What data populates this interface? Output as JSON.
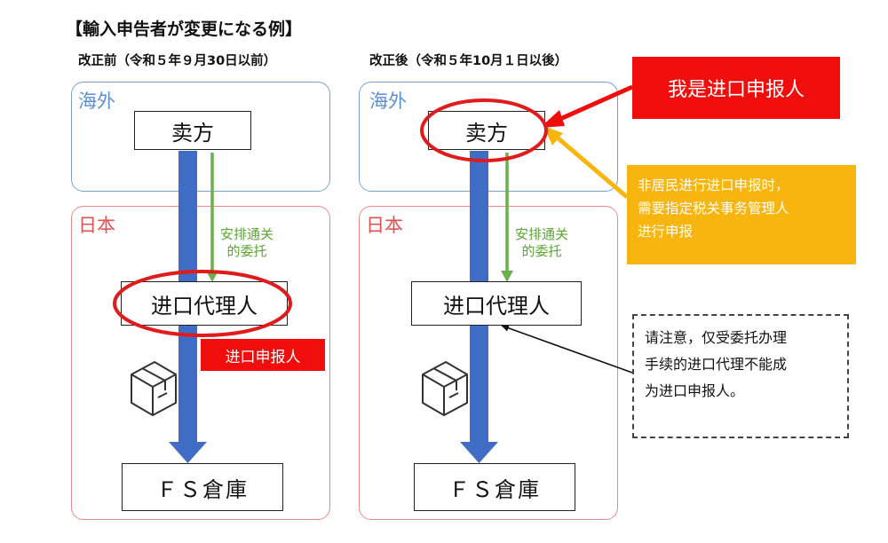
{
  "title": "【輸入申告者が変更になる例】",
  "left": {
    "subtitle": "改正前（令和５年９月30日以前）",
    "overseas_label": "海外",
    "japan_label": "日本",
    "seller": "卖方",
    "agent": "进口代理人",
    "warehouse": "ＦＳ倉庫",
    "green_note": [
      "安排通关",
      "的委托"
    ],
    "declarant_tag": "进口申报人"
  },
  "right": {
    "subtitle": "改正後（令和５年10月１日以後）",
    "overseas_label": "海外",
    "japan_label": "日本",
    "seller": "卖方",
    "agent": "进口代理人",
    "warehouse": "ＦＳ倉庫",
    "green_note": [
      "安排通关",
      "的委托"
    ]
  },
  "callouts": {
    "red": "我是进口申报人",
    "yellow": [
      "非居民进行进口申报时，",
      "需要指定税关事务管理人",
      "进行申报"
    ],
    "note": [
      "请注意，仅受委托办理",
      "手续的进口代理不能成",
      "为进口申报人。"
    ]
  },
  "colors": {
    "blue_arrow": "#3f6cc4",
    "green_arrow": "#6ab04c",
    "red": "#f20d0d",
    "yellow": "#f8b50e",
    "overseas_border": "#7d9fd0",
    "japan_border": "#e8898b"
  }
}
